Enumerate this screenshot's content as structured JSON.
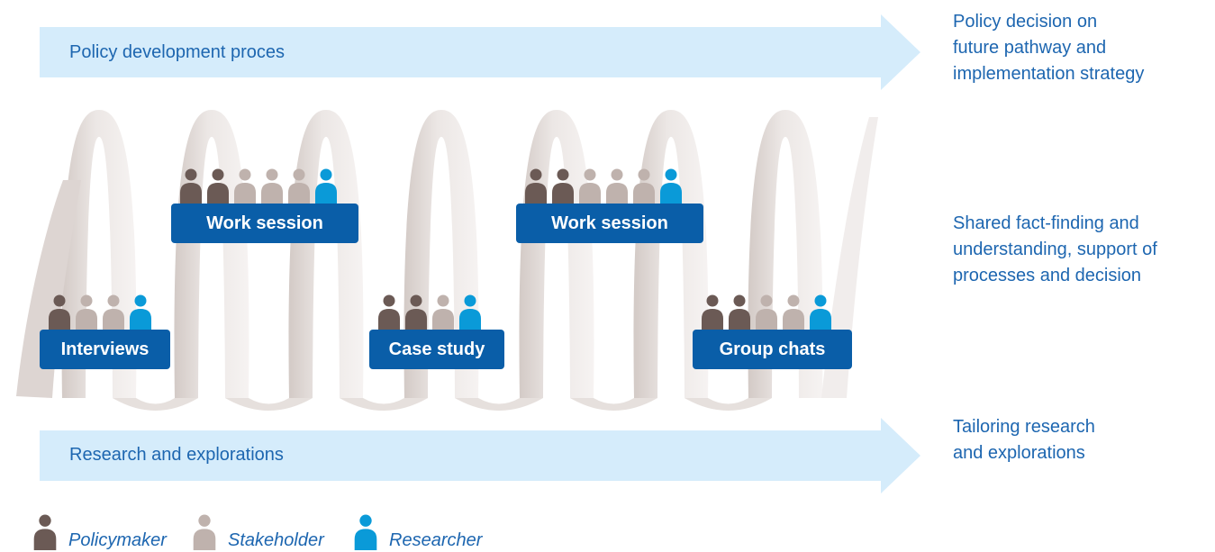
{
  "arrows": {
    "top_label": "Policy development proces",
    "bottom_label": "Research and explorations"
  },
  "side_notes": {
    "top": [
      "Policy decision on",
      "future pathway and",
      "implementation strategy"
    ],
    "middle": [
      "Shared fact-finding and",
      "understanding, support of",
      "processes and decision"
    ],
    "bottom": [
      "Tailoring research",
      "and explorations"
    ]
  },
  "activities": [
    {
      "label": "Interviews",
      "people": [
        "policymaker",
        "stakeholder",
        "stakeholder",
        "researcher"
      ]
    },
    {
      "label": "Work session",
      "people": [
        "policymaker",
        "policymaker",
        "stakeholder",
        "stakeholder",
        "stakeholder",
        "researcher"
      ]
    },
    {
      "label": "Case study",
      "people": [
        "policymaker",
        "policymaker",
        "stakeholder",
        "researcher"
      ]
    },
    {
      "label": "Work session",
      "people": [
        "policymaker",
        "policymaker",
        "stakeholder",
        "stakeholder",
        "stakeholder",
        "researcher"
      ]
    },
    {
      "label": "Group chats",
      "people": [
        "policymaker",
        "policymaker",
        "stakeholder",
        "stakeholder",
        "researcher"
      ]
    }
  ],
  "legend": [
    {
      "role": "policymaker",
      "label": "Policymaker"
    },
    {
      "role": "stakeholder",
      "label": "Stakeholder"
    },
    {
      "role": "researcher",
      "label": "Researcher"
    }
  ],
  "colors": {
    "policymaker": "#6b5a55",
    "stakeholder": "#bfb2ad",
    "researcher": "#0a9ad8",
    "label_box": "#0a5ea8",
    "arrow_fill": "#d5ecfb",
    "text": "#1d66b0",
    "ribbon": "#e3ddda"
  }
}
